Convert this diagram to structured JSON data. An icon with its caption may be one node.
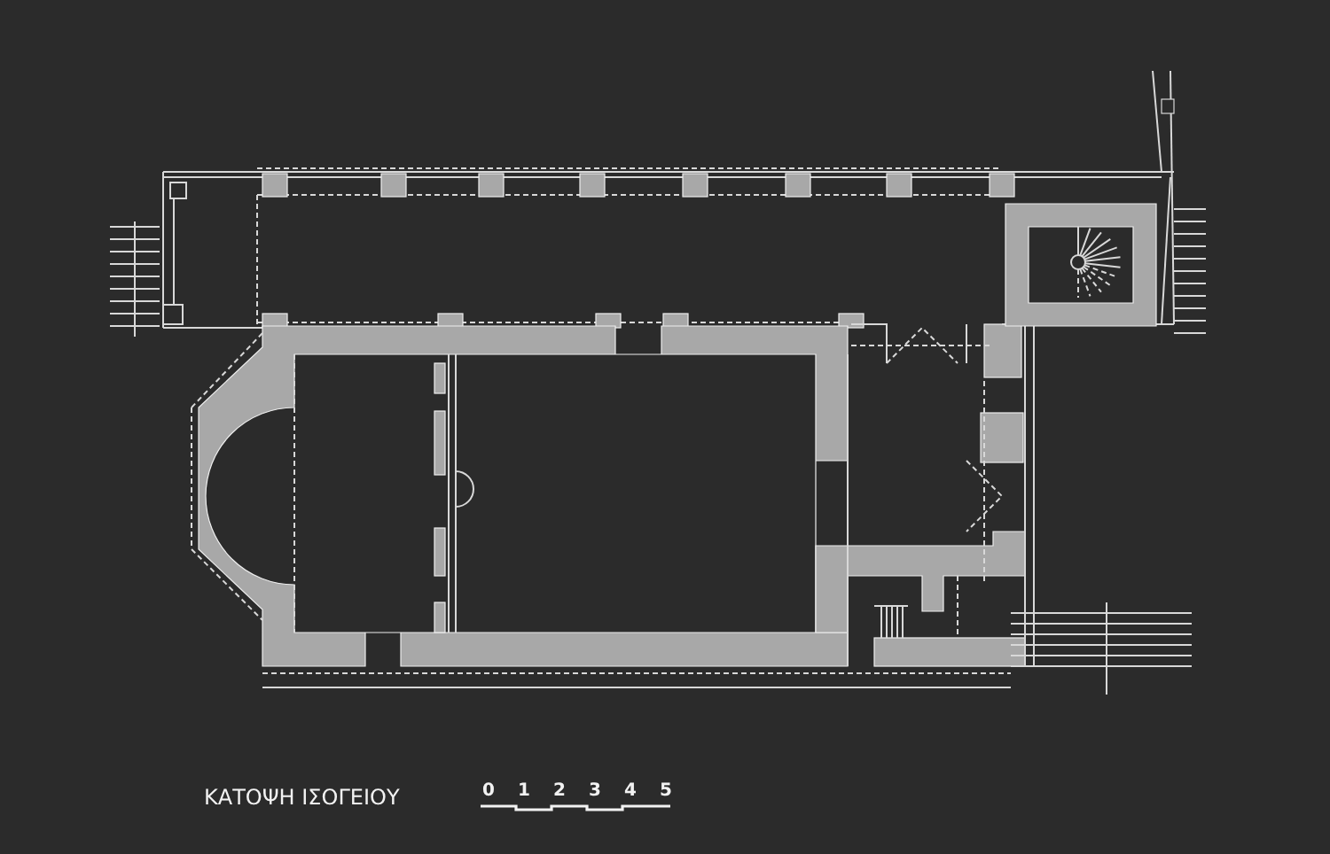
{
  "diagram": {
    "title": "ΚΑΤΟΨΗ ΙΣΟΓΕΙΟΥ",
    "labels": [
      "0",
      "1",
      "2",
      "3",
      "4",
      "5"
    ]
  }
}
